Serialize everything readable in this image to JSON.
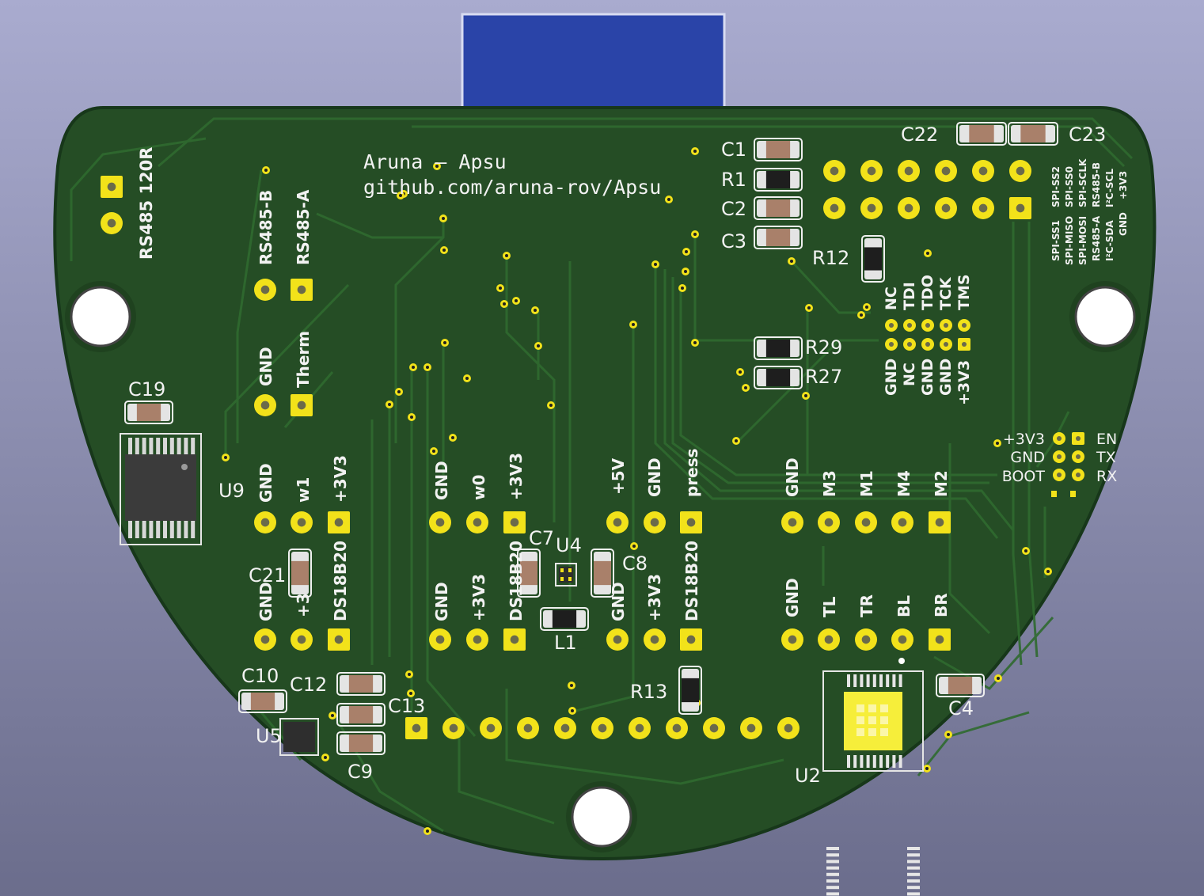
{
  "colors": {
    "background_top": "#a9abcf",
    "background_bottom": "#6b6d8c",
    "board": "#254d25",
    "board_edge": "#17371a",
    "trace": "#2f6a2f",
    "copper_pad": "#f2e21a",
    "silkscreen": "#f2f2f2",
    "connector": "#2a44a8"
  },
  "board_text": {
    "title": "Aruna — Apsu",
    "url": "github.com/aruna-rov/Apsu"
  },
  "labels": {
    "rs485_120r": "RS485 120R",
    "rs485_b": "RS485-B",
    "rs485_a": "RS485-A",
    "gnd": "GND",
    "therm": "Therm",
    "w1": "w1",
    "w0": "w0",
    "p3v3": "+3V3",
    "p5v": "+5V",
    "press": "press",
    "ds18b20": "DS18B20",
    "p3_trunc": "+3",
    "m3": "M3",
    "m1": "M1",
    "m4": "M4",
    "m2": "M2",
    "tl": "TL",
    "tr": "TR",
    "bl": "BL",
    "br": "BR",
    "nc": "NC",
    "tdi": "TDI",
    "tdo": "TDO",
    "tck": "TCK",
    "tms": "TMS",
    "en": "EN",
    "tx": "TX",
    "rx": "RX",
    "boot": "BOOT",
    "spi_ss2": "SPI-SS2",
    "spi_ss0": "SPI-SS0",
    "spi_sclk": "SPI-SCLK",
    "rs485_b2": "RS485-B",
    "i2c_scl": "I²C-SCL",
    "spi_ss1": "SPI-SS1",
    "spi_miso": "SPI-MISO",
    "spi_mosi": "SPI-MOSI",
    "rs485_a2": "RS485-A",
    "i2c_sda": "I²C-SDA"
  },
  "refs": {
    "c1": "C1",
    "r1": "R1",
    "c2": "C2",
    "c3": "C3",
    "r12": "R12",
    "c22": "C22",
    "c23": "C23",
    "r29": "R29",
    "r27": "R27",
    "c19": "C19",
    "u9": "U9",
    "c21": "C21",
    "c7": "C7",
    "u4": "U4",
    "c8": "C8",
    "l1": "L1",
    "c10": "C10",
    "c12": "C12",
    "c13": "C13",
    "u5": "U5",
    "c9": "C9",
    "r13": "R13",
    "u2": "U2",
    "c4": "C4"
  }
}
